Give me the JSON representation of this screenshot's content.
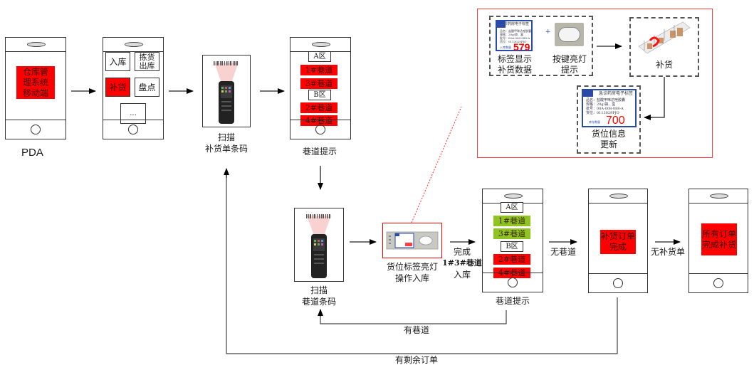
{
  "labels": {
    "pda": "PDA",
    "scan_order_line1": "扫描",
    "scan_order_line2": "补货单条码",
    "lane_hint_top": "巷道提示",
    "scan_lane_line1": "扫描",
    "scan_lane_line2": "巷道条码",
    "device_line1": "货位标签亮灯",
    "device_line2": "操作入库",
    "done_line1": "完成",
    "done_line2": "1#3#巷道",
    "done_line3": "入库",
    "lane_hint_bottom": "巷道提示",
    "no_lane": "无巷道",
    "no_order": "无补货单",
    "has_lane": "有巷道",
    "remaining_orders": "有剩余订单"
  },
  "phone1": {
    "app_line1": "仓库管",
    "app_line2": "理系统",
    "app_line3": "移动端"
  },
  "phone2": {
    "menu": [
      {
        "label": "入库"
      },
      {
        "label_line1": "拣货",
        "label_line2": "出库"
      },
      {
        "label": "补货"
      },
      {
        "label": "盘点"
      },
      {
        "label": "..."
      }
    ]
  },
  "phone3": {
    "zone_a": "A区",
    "zone_b": "B区",
    "lanes_a": [
      "1#巷道",
      "3#巷道"
    ],
    "lanes_b": [
      "2#巷道",
      "4#巷道"
    ]
  },
  "phone4": {
    "zone_a": "A区",
    "zone_b": "B区",
    "lanes_a_done": [
      "1#巷道",
      "3#巷道"
    ],
    "lanes_b": [
      "2#巷道",
      "4#巷道"
    ]
  },
  "phone5": {
    "line1": "补货订单",
    "line2": "完成"
  },
  "phone6": {
    "line1": "所有订单",
    "line2": "完成补货"
  },
  "detail": {
    "tag_label_line1": "标签显示",
    "tag_label_line2": "补货数据",
    "plus": "+",
    "button_label_line1": "按键亮灯",
    "button_label_line2": "提示",
    "replenish": "补货",
    "update_line1": "货位信息",
    "update_line2": "更新",
    "tag_title": "急诊药房电子标签",
    "tag_lines": [
      "品名：盐酸甲咪达唑胶囊",
      "规格：20g/袋、盒",
      "批号：00A-008-088-A",
      "货位：0113029PJO"
    ],
    "tag1_qty_label": "入库数量",
    "tag1_qty": "579",
    "tag2_qty_label": "库存数量",
    "tag2_qty": "700"
  },
  "colors": {
    "red": "#ff0000",
    "green": "#8fc31f",
    "tag_blue": "#2a4aa8"
  }
}
